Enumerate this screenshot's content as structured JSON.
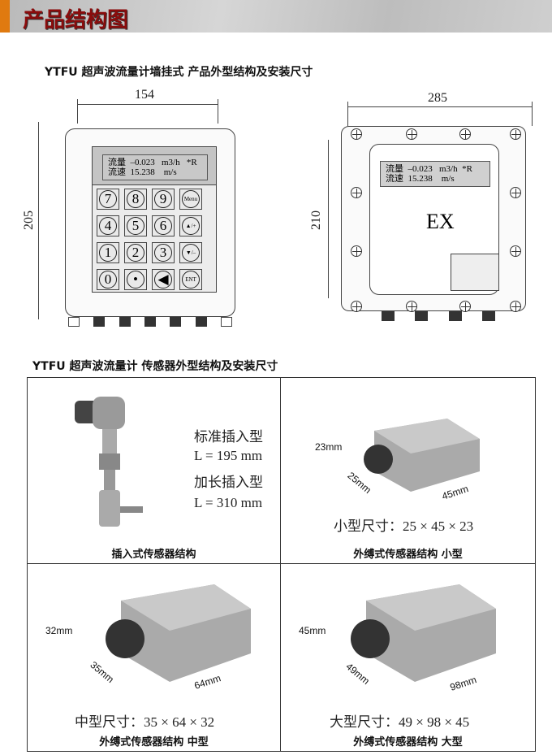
{
  "header": {
    "title": "产品结构图",
    "accent": "#e07a10",
    "title_color": "#8a0c0c"
  },
  "wall": {
    "title": "YTFU 超声波流量计墙挂式 产品外型结构及安装尺寸",
    "left_device": {
      "width_dim": "154",
      "height_dim": "205",
      "lcd_line1": "流量  –0.023   m3/h   *R",
      "lcd_line2": "流速  15.238    m/s",
      "keys": [
        "7",
        "8",
        "9",
        "Menu",
        "4",
        "5",
        "6",
        "▲/+",
        "1",
        "2",
        "3",
        "▼/–",
        "0",
        "•",
        "◀",
        "ENT"
      ]
    },
    "right_device": {
      "width_dim": "285",
      "height_dim": "210",
      "lcd_line1": "流量  –0.023   m3/h  *R",
      "lcd_line2": "流速  15.238    m/s",
      "mark": "EX"
    }
  },
  "sensors": {
    "title": "YTFU 超声波流量计 传感器外型结构及安装尺寸",
    "insert": {
      "spec1": "标准插入型",
      "spec2": "L = 195 mm",
      "spec3": "加长插入型",
      "spec4": "L = 310 mm",
      "caption": "插入式传感器结构"
    },
    "small": {
      "h": "23mm",
      "d": "25mm",
      "w": "45mm",
      "spec": "小型尺寸：25 × 45 × 23",
      "caption": "外缚式传感器结构   小型"
    },
    "medium": {
      "h": "32mm",
      "d": "35mm",
      "w": "64mm",
      "spec": "中型尺寸：35 × 64 × 32",
      "caption": "外缚式传感器结构   中型"
    },
    "large": {
      "h": "45mm",
      "d": "49mm",
      "w": "98mm",
      "spec": "大型尺寸：49 × 98 × 45",
      "caption": "外缚式传感器结构   大型"
    }
  }
}
